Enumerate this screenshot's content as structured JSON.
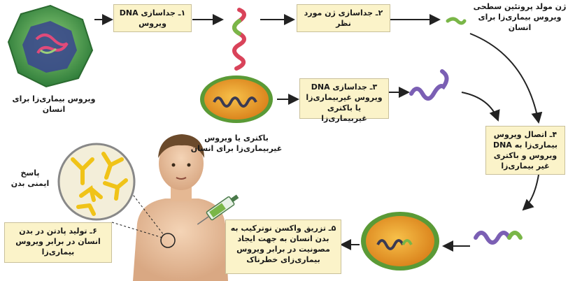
{
  "steps": {
    "s1": "۱ـ جداسازی DNA ویروس",
    "s2": "۲ـ جداسازی ژن مورد نظر",
    "s3": "۳ـ جداسازی DNA ویروس غیربیماری‌زا یا باکتری غیربیماری‌زا",
    "s4": "۴ـ اتصال ویروس بیماری‌زا به DNA ویروس و باکتری غیر بیماری‌زا",
    "s5": "۵ـ تزریق واکسن نوترکیب به بدن انسان به جهت ایجاد مصونیت در برابر ویروس بیماری‌زای خطرناک",
    "s6": "۶ـ تولید پادتن در بدن انسان در برابر ویروس بیماری‌زا"
  },
  "labels": {
    "virus": "ویروس بیماری‌زا برای انسان",
    "gene": "ژن مولد پروتئین سطحی ویروس بیماری‌زا برای انسان",
    "bacteria": "باکتری یا ویروس غیربیماری‌زا برای انسان",
    "immune": "پاسخ ایمنی بدن"
  },
  "colors": {
    "box_fill": "#fbf3c9",
    "virus_shell": "#3d9b4a",
    "dna_red": "#d9435a",
    "dna_green": "#7ab648",
    "dna_purple": "#7b5fb4",
    "bacteria_fill": "#e89a1d",
    "bacteria_wall": "#5a9a36",
    "antibody": "#f0c318"
  },
  "icons": [
    "virus-icon",
    "dna-strand-icon",
    "gene-fragment-icon",
    "bacteria-icon",
    "recombinant-bacteria-icon",
    "syringe-icon",
    "antibody-icon",
    "human-figure-icon"
  ]
}
